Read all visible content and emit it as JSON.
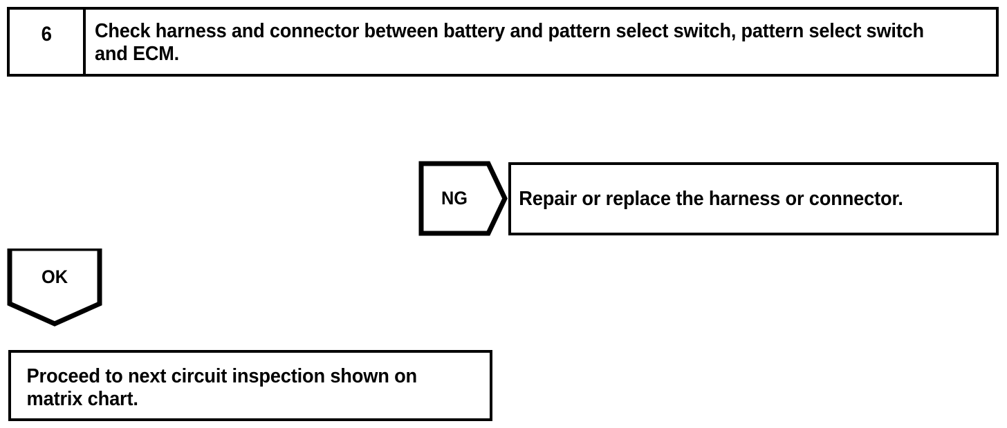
{
  "flowchart": {
    "step": {
      "number": "6",
      "instruction": "Check harness and connector between battery and pattern select switch, pattern select switch and ECM."
    },
    "branches": {
      "ng": {
        "label": "NG",
        "result": "Repair or replace the harness or connector."
      },
      "ok": {
        "label": "OK",
        "result": "Proceed to next circuit inspection shown on matrix chart."
      }
    },
    "colors": {
      "ink": "#000000",
      "paper": "#ffffff"
    }
  }
}
